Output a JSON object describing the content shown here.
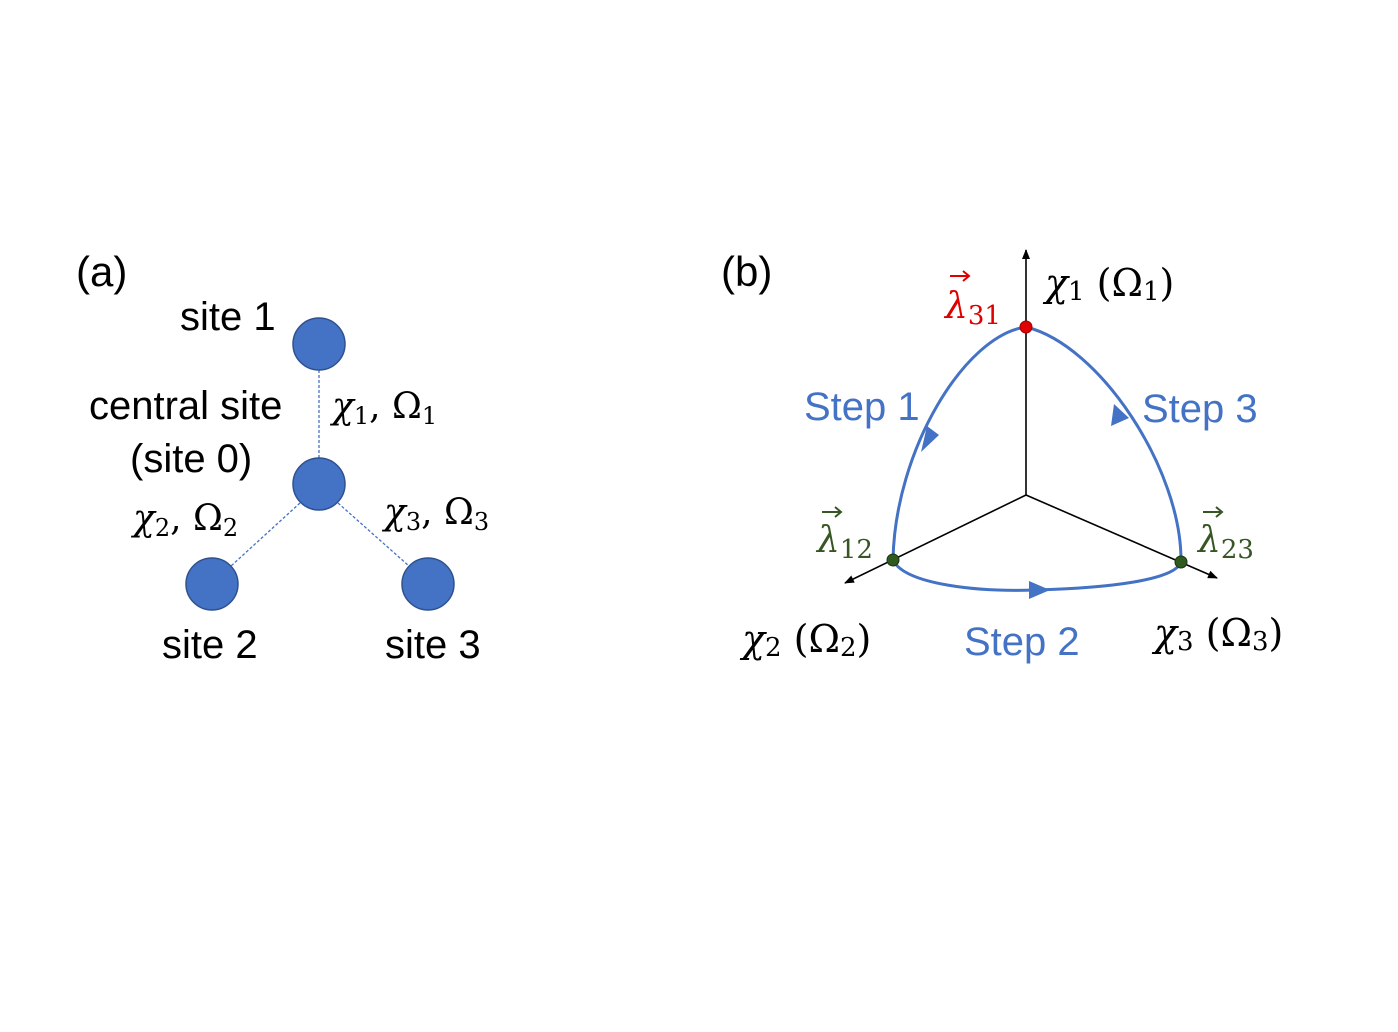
{
  "panel_a": {
    "label": "(a)",
    "sites": {
      "site1": "site 1",
      "central_line1": "central site",
      "central_line2": "(site 0)",
      "site2": "site 2",
      "site3": "site 3"
    },
    "couplings": [
      {
        "chi": "χ",
        "chi_sub": "1",
        "sep": ", ",
        "omega": "Ω",
        "omega_sub": "1"
      },
      {
        "chi": "χ",
        "chi_sub": "2",
        "sep": ", ",
        "omega": "Ω",
        "omega_sub": "2"
      },
      {
        "chi": "χ",
        "chi_sub": "3",
        "sep": ", ",
        "omega": "Ω",
        "omega_sub": "3"
      }
    ],
    "colors": {
      "node": "#4472c4",
      "node_edge": "#2f528f",
      "bond": "#4472c4"
    }
  },
  "panel_b": {
    "label": "(b)",
    "axes": [
      {
        "chi": "χ",
        "sub": "1",
        "open": " (",
        "omega": "Ω",
        "omega_sub": "1",
        "close": ")"
      },
      {
        "chi": "χ",
        "sub": "2",
        "open": " (",
        "omega": "Ω",
        "omega_sub": "2",
        "close": ")"
      },
      {
        "chi": "χ",
        "sub": "3",
        "open": " (",
        "omega": "Ω",
        "omega_sub": "3",
        "close": ")"
      }
    ],
    "points": [
      {
        "symbol": "λ",
        "sub": "31",
        "color": "#e00000"
      },
      {
        "symbol": "λ",
        "sub": "12",
        "color": "#375623"
      },
      {
        "symbol": "λ",
        "sub": "23",
        "color": "#375623"
      }
    ],
    "steps": [
      "Step 1",
      "Step 2",
      "Step 3"
    ],
    "colors": {
      "path": "#4472c4",
      "axis": "#000000"
    }
  }
}
